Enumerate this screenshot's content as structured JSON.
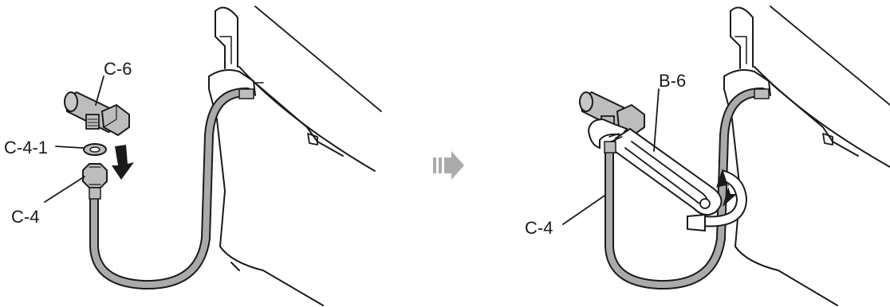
{
  "left_panel": {
    "labels": {
      "valve": "C-6",
      "washer": "C-4-1",
      "hose": "C-4"
    }
  },
  "right_panel": {
    "labels": {
      "wrench": "B-6",
      "hose": "C-4"
    }
  },
  "colors": {
    "line": "#1a1a1a",
    "fitting": "#bdbdbd",
    "hose": "#aaaaaa",
    "arrow": "#ababab",
    "background": "#ffffff"
  },
  "icons": {
    "down_arrow": "down-arrow-icon",
    "step_arrow": "step-arrow-icon",
    "rotate_arrow": "rotate-arrow-icon"
  }
}
